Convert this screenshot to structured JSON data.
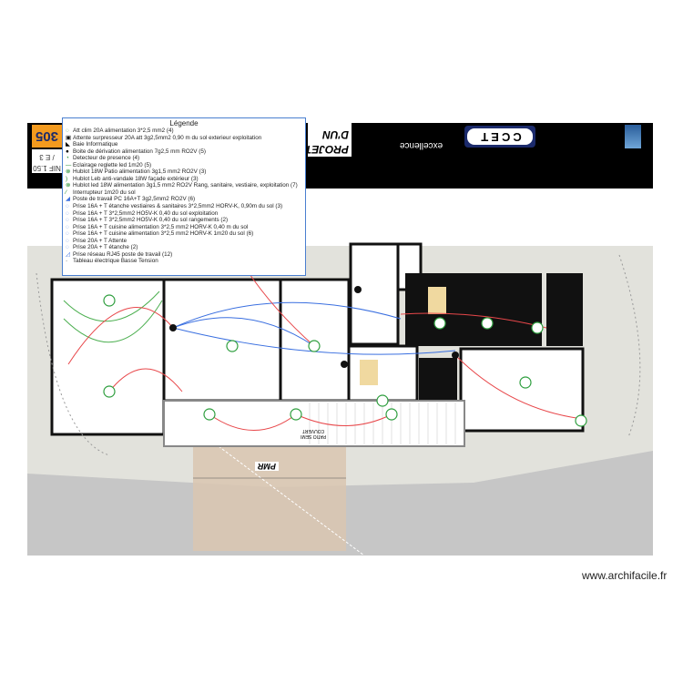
{
  "header": {
    "badge": "305",
    "small_box_text": "NIF 1.50 / E 3",
    "project_label": "PROJET D'UN",
    "excellence_label": "excellence",
    "ccet_label": "CCET"
  },
  "legend": {
    "title": "Légende",
    "items": [
      {
        "icon": "clim-socket-icon",
        "label": "Att clim 20A alimentation 3*2,5 mm2  (4)"
      },
      {
        "icon": "surpresseur-icon",
        "label": "Attente surpresseur 20A att 3g2,5mm2 0,90 m du sol exterieur exploitation"
      },
      {
        "icon": "network-bay-icon",
        "label": "Baie Informatique"
      },
      {
        "icon": "junction-box-icon",
        "label": "Boite de dérivation alimentation 7g2,5 mm RO2V (5)"
      },
      {
        "icon": "presence-detector-icon",
        "label": "Detecteur de presence (4)"
      },
      {
        "icon": "led-strip-icon",
        "label": "Eclairage reglette led 1m20 (5)"
      },
      {
        "icon": "bulkhead-light-icon",
        "label": "Hublot 18W Patio alimentation 3g1,5 mm2 RO2V (3)"
      },
      {
        "icon": "vandal-light-icon",
        "label": "Hublot Leb anti-vandale 18W façade extérieur (3)"
      },
      {
        "icon": "led-bulkhead-icon",
        "label": "Hublot led 18W alimentation 3g1,5 mm2  RO2V Rang, sanitaire, vestiaire, exploitation (7)"
      },
      {
        "icon": "switch-icon",
        "label": "Interrupteur 1m20 du sol"
      },
      {
        "icon": "workstation-icon",
        "label": "Poste de travail PC 16A+T 3g2,5mm2 RO2V  (6)"
      },
      {
        "icon": "waterproof-socket-icon",
        "label": "Prise 16A + T  étanche vestiaires & sanitaires 3*2,5mm2 HORV-K, 0,90m du sol (3)"
      },
      {
        "icon": "socket-icon",
        "label": "Prise 16A + T 3*2,5mm2 HO5V-K 0,40 du sol exploitation"
      },
      {
        "icon": "socket-icon",
        "label": "Prise 16A + T 3*2,5mm2 HO5V-K 0,40 du sol rangements (2)"
      },
      {
        "icon": "kitchen-socket-icon",
        "label": "Prise 16A + T cuisine alimentation 3*2,5 mm2 HORV-K 0,40 m du sol"
      },
      {
        "icon": "kitchen-socket-icon",
        "label": "Prise 16A + T cuisine alimentation 3*2,5 mm2 HORV-K 1m20 du sol (6)"
      },
      {
        "icon": "socket-20a-icon",
        "label": "Prise 20A + T Attente"
      },
      {
        "icon": "waterproof-socket-icon",
        "label": "Prise 20A + T étanche (2)"
      },
      {
        "icon": "rj45-icon",
        "label": "Prise réseau RJ45 poste de travail (12)"
      },
      {
        "icon": "panel-icon",
        "label": "Tableau électrique Basse Tension"
      }
    ]
  },
  "plan": {
    "pmr_label": "PMR",
    "patio_label": "PATIO SEMI COUVERT",
    "colors": {
      "wire_red": "#e8474a",
      "wire_blue": "#3a6fe0",
      "wire_green": "#4caf50",
      "light_green": "#2e9e3e",
      "pmr": "#d9c6b0",
      "ground": "#e2e2dc",
      "road": "#c6c6c6"
    }
  },
  "watermark": "www.archifacile.fr"
}
